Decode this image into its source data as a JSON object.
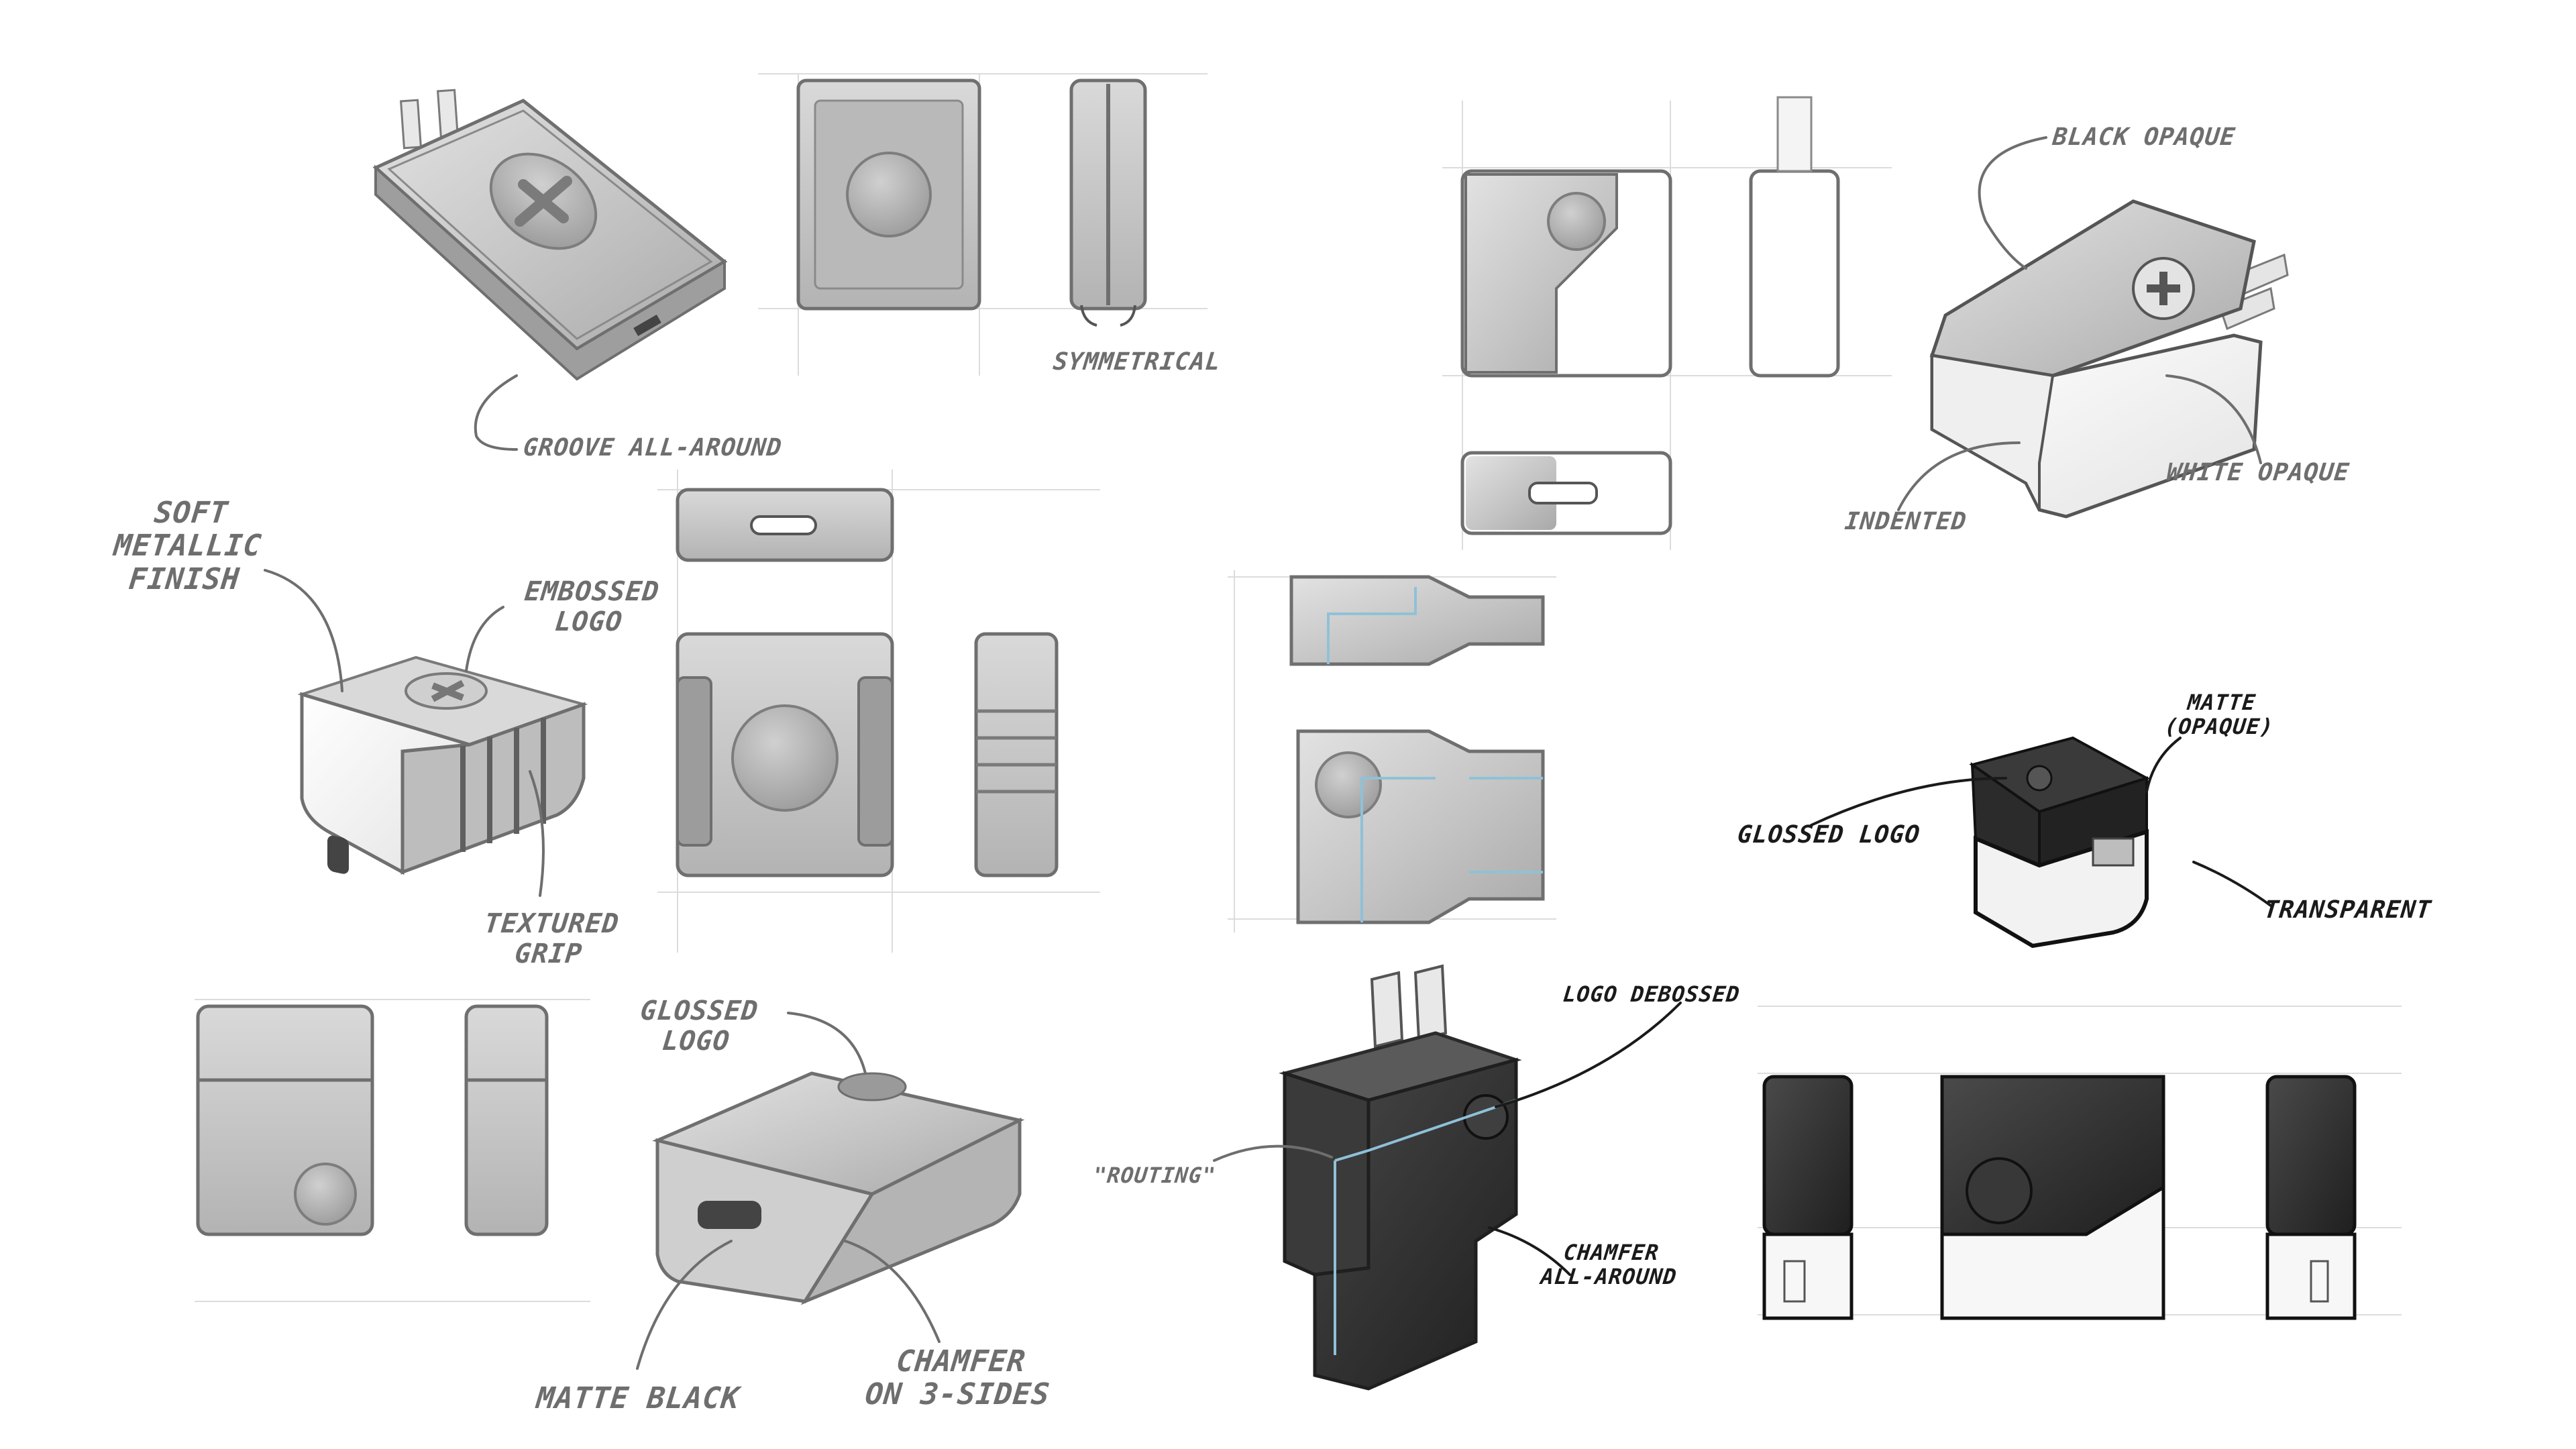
{
  "sheet_type": "industrial design sketch sheet — USB wall charger concepts",
  "palette": {
    "paper": "#ffffff",
    "construction_line": "#d8d8d8",
    "outline": "#7a7a7a",
    "body_gray": "#c6c6c6",
    "matte_black": "#2b2b2b",
    "routing_accent": "#8fc1d8",
    "annotation_gray": "#6e6e6e",
    "annotation_dark": "#1a1a1a"
  },
  "annotations": {
    "groove_all_around": "GROOVE ALL-AROUND",
    "symmetrical": "SYMMETRICAL",
    "soft_metallic_line1": "SOFT",
    "soft_metallic_line2": "METALLIC",
    "soft_metallic_line3": "FINISH",
    "embossed_line1": "EMBOSSED",
    "embossed_line2": "LOGO",
    "textured_line1": "TEXTURED",
    "textured_line2": "GRIP",
    "glossed_top_line1": "GLOSSED",
    "glossed_top_line2": "LOGO",
    "matte_black": "MATTE BLACK",
    "chamfer_3_line1": "CHAMFER",
    "chamfer_3_line2": "ON 3-SIDES",
    "black_opaque": "BLACK OPAQUE",
    "white_opaque": "WHITE OPAQUE",
    "indented": "INDENTED",
    "matte_opaque_line1": "MATTE",
    "matte_opaque_line2": "(OPAQUE)",
    "glossed_logo_right": "GLOSSED LOGO",
    "transparent": "TRANSPARENT",
    "logo_debossed": "LOGO DEBOSSED",
    "routing": "\"ROUTING\"",
    "chamfer_all_line1": "CHAMFER",
    "chamfer_all_line2": "ALL-AROUND"
  }
}
